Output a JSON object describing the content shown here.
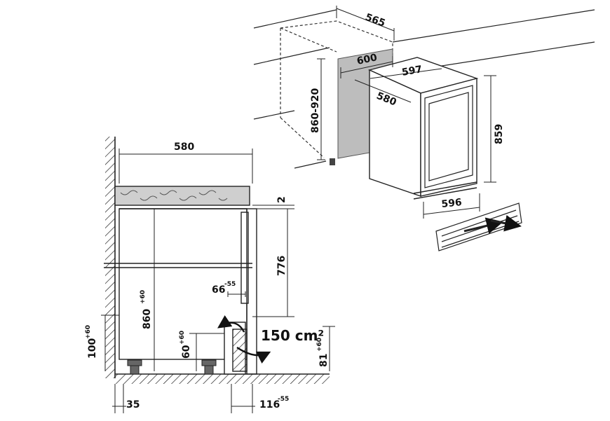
{
  "iso_view": {
    "niche_depth": "565",
    "niche_width": "600",
    "niche_height": "860-920",
    "appliance_width": "597",
    "appliance_depth": "580",
    "appliance_height": "859",
    "plinth_width": "596"
  },
  "section_view": {
    "depth": "580",
    "top_gap": "2",
    "height_main": "776",
    "height_total": "860",
    "height_total_tol": "+60",
    "door_dim": "66",
    "door_dim_tol": "-55",
    "vent_area": "150 cm²",
    "plinth_height": "60",
    "plinth_height_tol": "+60",
    "vent_height": "81",
    "vent_height_tol": "+60",
    "foot_height": "100",
    "foot_height_tol": "+60",
    "wall_gap": "35",
    "front_depth": "116",
    "front_depth_tol": "-55"
  }
}
